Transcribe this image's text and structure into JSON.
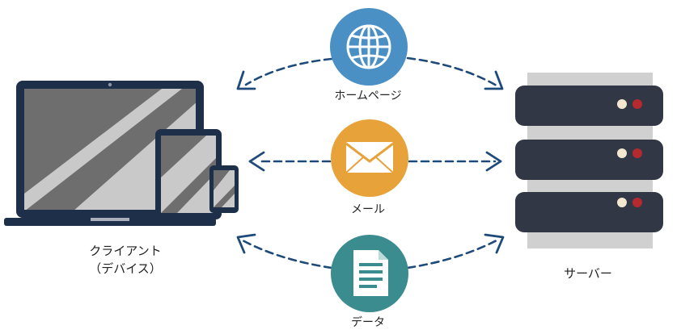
{
  "client": {
    "line1": "クライアント",
    "line2": "（デバイス）"
  },
  "server": {
    "label": "サーバー"
  },
  "channels": [
    {
      "label": "ホームページ",
      "icon": "globe-icon",
      "color": "#4a90c4"
    },
    {
      "label": "メール",
      "icon": "envelope-icon",
      "color": "#e8a23a"
    },
    {
      "label": "データ",
      "icon": "document-icon",
      "color": "#3a8c8f"
    }
  ],
  "colors": {
    "navy": "#1e2f4a",
    "screen_gray": "#c9c9c9",
    "screen_dark": "#6e6e6e",
    "server_gray": "#d0d0d0",
    "server_unit": "#323746",
    "led_cream": "#f3e8cf",
    "led_red": "#b52a2f",
    "arrow": "#1e4a7a"
  }
}
